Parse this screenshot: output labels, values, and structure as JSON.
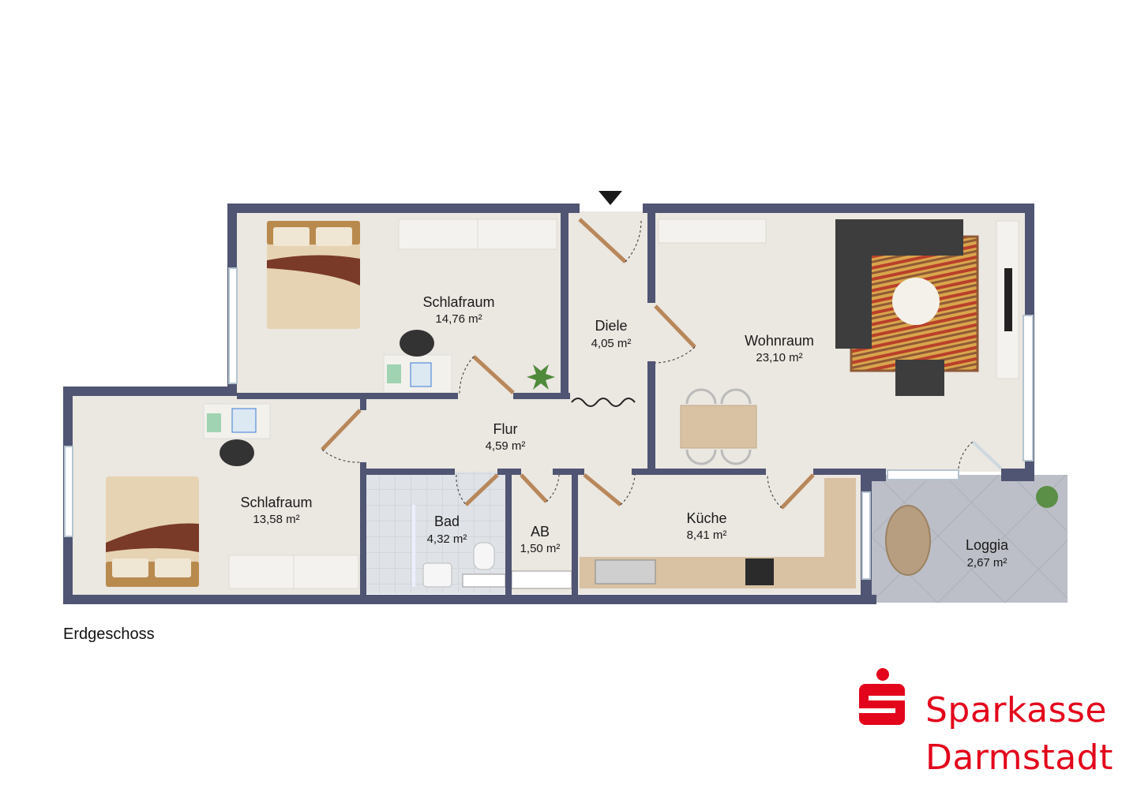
{
  "floor_label": "Erdgeschoss",
  "brand": {
    "line1": "Sparkasse",
    "line2": "Darmstadt",
    "color": "#e3051b"
  },
  "colors": {
    "wall": "#4f5572",
    "floor": "#ebe7e1",
    "wood": "#b8875a",
    "tile": "#d9dce0",
    "loggia": "#b9bcc4"
  },
  "rooms": {
    "schlafraum_top": {
      "name": "Schlafraum",
      "area": "14,76 m²"
    },
    "diele": {
      "name": "Diele",
      "area": "4,05 m²"
    },
    "wohnraum": {
      "name": "Wohnraum",
      "area": "23,10 m²"
    },
    "flur": {
      "name": "Flur",
      "area": "4,59 m²"
    },
    "schlafraum_left": {
      "name": "Schlafraum",
      "area": "13,58 m²"
    },
    "bad": {
      "name": "Bad",
      "area": "4,32 m²"
    },
    "ab": {
      "name": "AB",
      "area": "1,50 m²"
    },
    "kueche": {
      "name": "Küche",
      "area": "8,41 m²"
    },
    "loggia": {
      "name": "Loggia",
      "area": "2,67 m²"
    }
  }
}
